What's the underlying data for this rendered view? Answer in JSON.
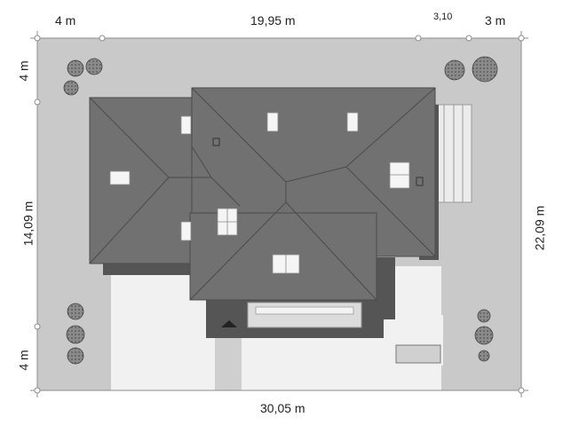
{
  "dimensions": {
    "top_left": "4 m",
    "top_middle": "19,95 m",
    "top_small": "3,10",
    "top_right": "3 m",
    "left_top": "4 m",
    "left_middle": "14,09 m",
    "left_bottom": "4 m",
    "right": "22,09 m",
    "bottom": "30,05 m"
  },
  "colors": {
    "plot": "#c9c9c9",
    "roof": "#6f6f6f",
    "roof_edge": "#4a4a4a",
    "shadow": "#5a5a5a",
    "paving": "#efefef",
    "window": "#f4f4f4",
    "tree": "#7a7a7a",
    "dim_line": "#9a9a9a"
  },
  "icons": [
    "tree-icon",
    "entrance-arrow-icon",
    "dimension-tick-icon"
  ]
}
